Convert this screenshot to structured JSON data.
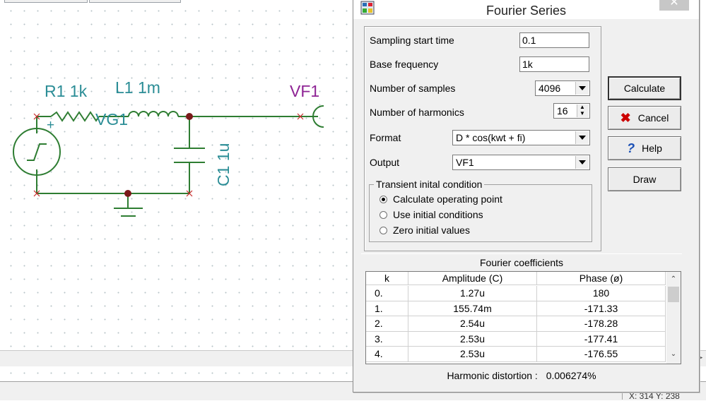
{
  "schematic": {
    "labels": {
      "r1": "R1 1k",
      "l1": "L1 1m",
      "vg1": "VG1",
      "vf1": "VF1",
      "c1": "C1 1u",
      "plus": "+"
    }
  },
  "status": {
    "coords": "X: 314 Y: 238"
  },
  "dialog": {
    "title": "Fourier Series",
    "close_label": "✕",
    "fields": {
      "sampling_start_time": {
        "label": "Sampling start time",
        "value": "0.1"
      },
      "base_frequency": {
        "label": "Base frequency",
        "value": "1k"
      },
      "number_of_samples": {
        "label": "Number of samples",
        "value": "4096"
      },
      "number_of_harmonics": {
        "label": "Number of harmonics",
        "value": "16"
      },
      "format": {
        "label": "Format",
        "value": "D * cos(kwt + fi)"
      },
      "output": {
        "label": "Output",
        "value": "VF1"
      }
    },
    "transient": {
      "legend": "Transient inital condition",
      "options": [
        {
          "label": "Calculate operating point",
          "checked": true
        },
        {
          "label": "Use initial conditions",
          "checked": false
        },
        {
          "label": "Zero initial values",
          "checked": false
        }
      ]
    },
    "buttons": {
      "calculate": "Calculate",
      "cancel": "Cancel",
      "help": "Help",
      "draw": "Draw"
    },
    "coefficients": {
      "title": "Fourier coefficients",
      "columns": [
        "k",
        "Amplitude (C)",
        "Phase (ø)"
      ],
      "rows": [
        [
          "0.",
          "1.27u",
          "180"
        ],
        [
          "1.",
          "155.74m",
          "-171.33"
        ],
        [
          "2.",
          "2.54u",
          "-178.28"
        ],
        [
          "3.",
          "2.53u",
          "-177.41"
        ],
        [
          "4.",
          "2.53u",
          "-176.55"
        ]
      ]
    },
    "distortion": {
      "label": "Harmonic distortion :",
      "value": "0.006274%"
    }
  },
  "colors": {
    "wire": "#2e7d32",
    "component": "#2e7d32",
    "label_teal": "#2b8d96",
    "label_purple": "#8e2394",
    "node_dot": "#7a1a1a",
    "cancel_icon": "#cc0000",
    "help_icon": "#1a4fb5"
  }
}
